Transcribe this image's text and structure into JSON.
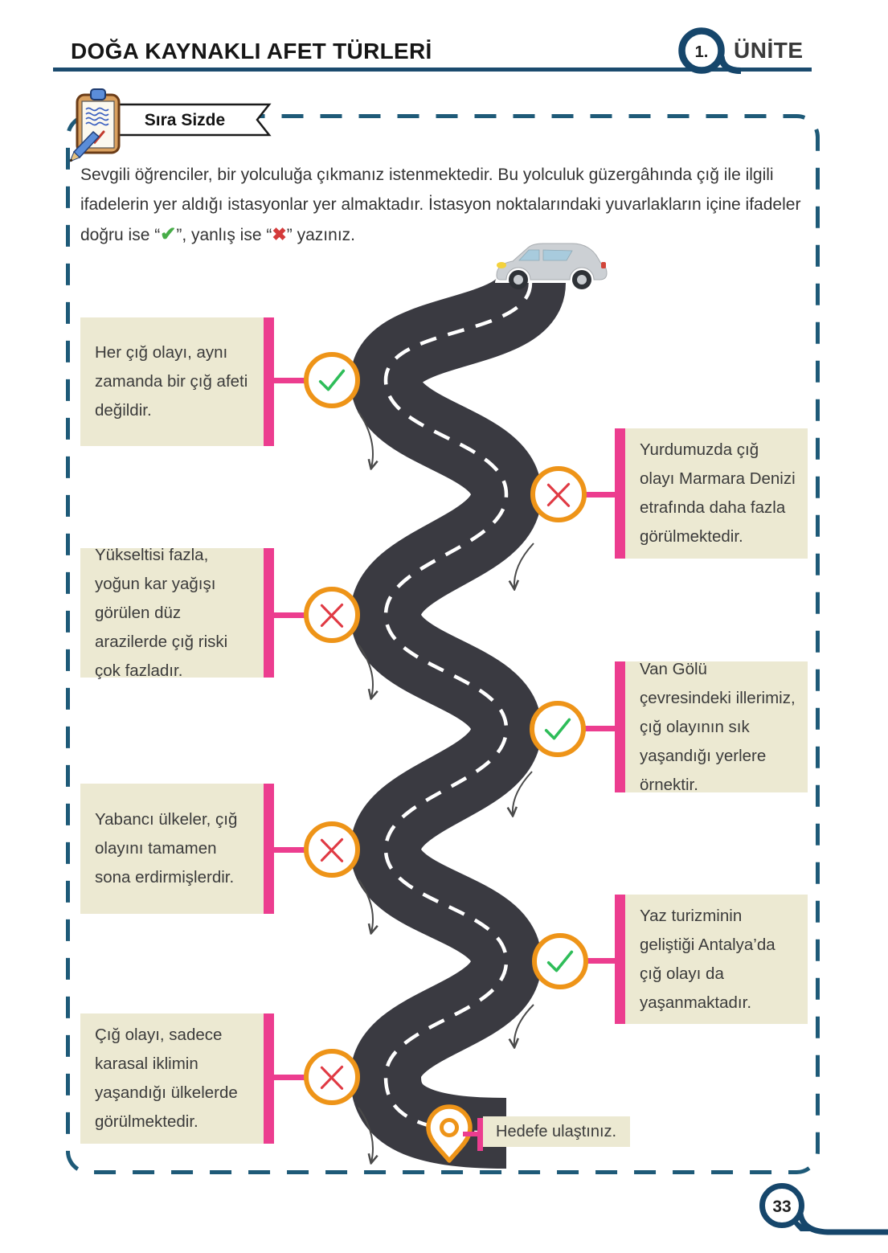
{
  "header": {
    "title": "DOĞA KAYNAKLI AFET TÜRLERİ",
    "unit_number": "1.",
    "unit_word": "ÜNİTE"
  },
  "banner": {
    "label": "Sıra Sizde"
  },
  "intro": {
    "part1": "Sevgili öğrenciler, bir yolculuğa çıkmanız istenmektedir. Bu yolculuk güzergâhında çığ ile ilgili ifadelerin yer aldığı istasyonlar yer almaktadır. İstasyon noktalarındaki yuvarlakların içine ifadeler doğru ise “",
    "check_symbol": "✔",
    "part2": "”, yanlış ise “",
    "cross_symbol": "✖",
    "part3": "” yazınız."
  },
  "stations": [
    {
      "side": "left",
      "mark": "check",
      "text": "Her çığ olayı, aynı zamanda bir çığ afeti değildir."
    },
    {
      "side": "right",
      "mark": "cross",
      "text": "Yurdumuzda çığ olayı Marmara Denizi etrafında daha fazla görülmektedir."
    },
    {
      "side": "left",
      "mark": "cross",
      "text": "Yükseltisi fazla, yoğun kar yağışı görülen düz arazilerde çığ riski çok fazladır."
    },
    {
      "side": "right",
      "mark": "check",
      "text": "Van Gölü çevresindeki illerimiz, çığ olayının sık yaşandığı yerlere örnektir."
    },
    {
      "side": "left",
      "mark": "cross",
      "text": "Yabancı ülkeler, çığ olayını tamamen sona erdirmişlerdir."
    },
    {
      "side": "right",
      "mark": "check",
      "text": "Yaz turizminin geliştiği Antalya’da çığ olayı da yaşanmaktadır."
    },
    {
      "side": "left",
      "mark": "cross",
      "text": "Çığ olayı, sadece karasal iklimin yaşandığı ülkelerde görülmektedir."
    }
  ],
  "goal": {
    "label": "Hedefe ulaştınız."
  },
  "footer": {
    "page_number": "33"
  },
  "colors": {
    "accent_pink": "#EC3D8F",
    "box_beige": "#ECE9D2",
    "road_dark": "#3A3A41",
    "circle_orange": "#EE9418",
    "check_green": "#2EBD59",
    "cross_red": "#E03A44",
    "frame_teal": "#1E5A78",
    "badge_navy": "#16466B"
  }
}
